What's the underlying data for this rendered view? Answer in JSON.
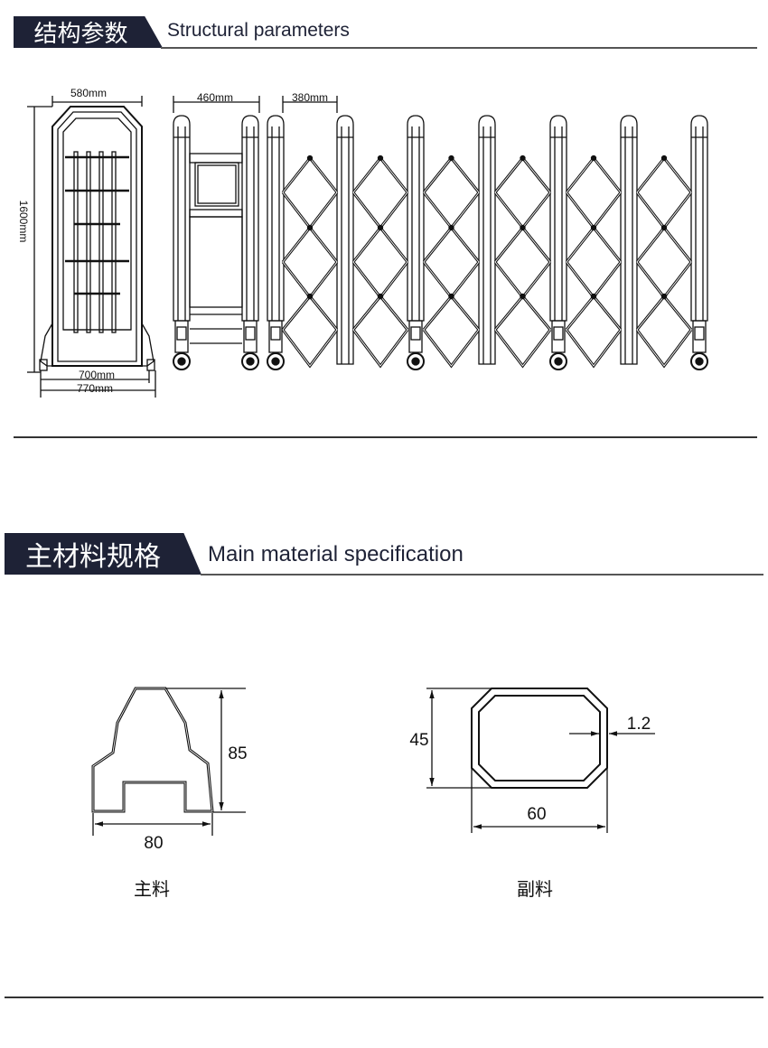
{
  "section1": {
    "title_cn": "结构参数",
    "title_en": "Structural parameters",
    "dims": {
      "front_width_top": "580mm",
      "height": "1600mm",
      "base_inner": "700mm",
      "base_outer": "770mm",
      "side_head": "460mm",
      "pitch": "380mm"
    }
  },
  "section2": {
    "title_cn": "主材料规格",
    "title_en": "Main material specification",
    "main_profile": {
      "caption": "主料",
      "height": "85",
      "width": "80"
    },
    "sub_profile": {
      "caption": "副料",
      "height": "45",
      "width": "60",
      "thickness": "1.2"
    }
  },
  "colors": {
    "header": "#1e2236",
    "line": "#111111"
  }
}
